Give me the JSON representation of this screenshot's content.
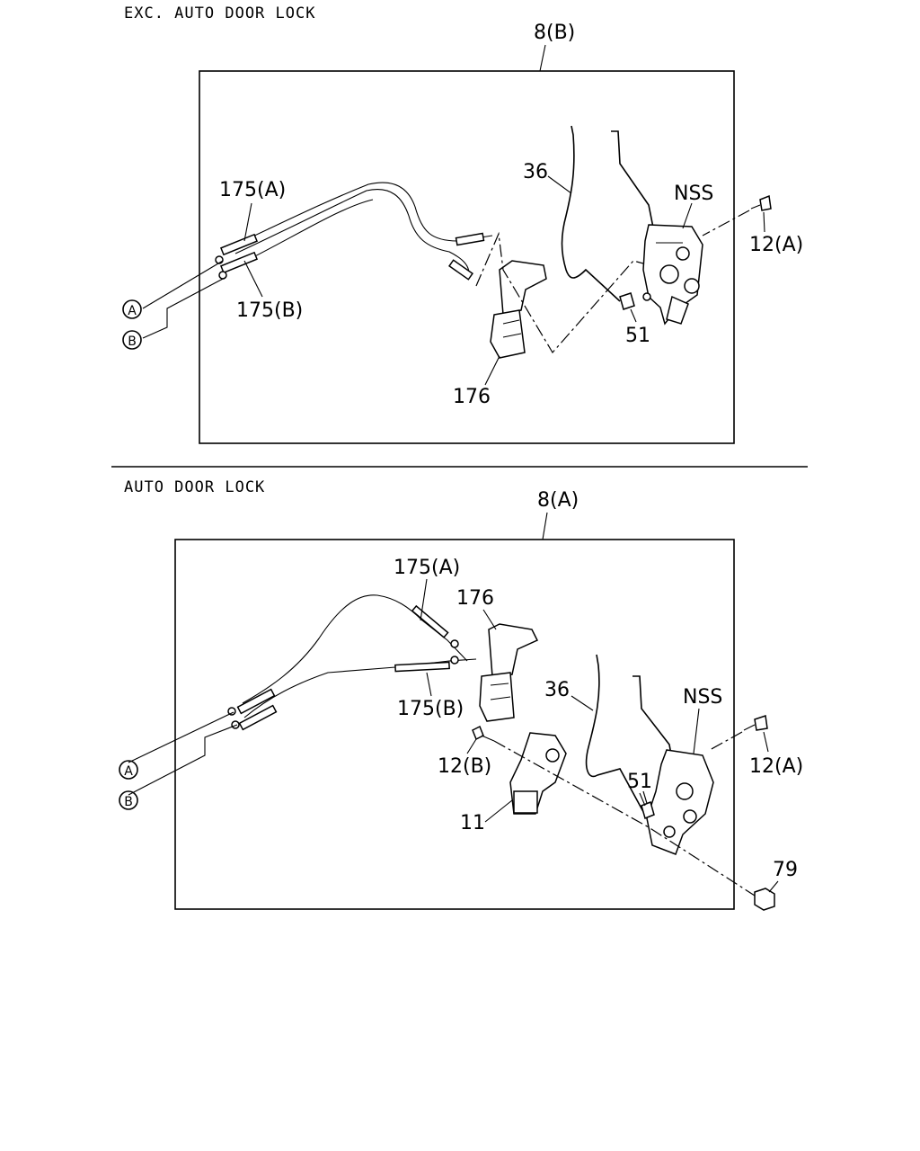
{
  "sections": [
    {
      "title": "EXC. AUTO DOOR LOCK",
      "frame_label": "8(B)",
      "callouts": {
        "rod_36": "36",
        "nss": "NSS",
        "screw_12a": "12(A)",
        "cable_175a": "175(A)",
        "cable_175b": "175(B)",
        "circle_a": "A",
        "circle_b": "B",
        "clip_51": "51",
        "handle_176": "176"
      }
    },
    {
      "title": "AUTO DOOR LOCK",
      "frame_label": "8(A)",
      "callouts": {
        "cable_175a": "175(A)",
        "handle_176": "176",
        "rod_36": "36",
        "nss": "NSS",
        "screw_12a": "12(A)",
        "cable_175b": "175(B)",
        "circle_a": "A",
        "screw_12b": "12(B)",
        "clip_51": "51",
        "circle_b": "B",
        "actuator_11": "11",
        "bolt_79": "79"
      }
    }
  ]
}
